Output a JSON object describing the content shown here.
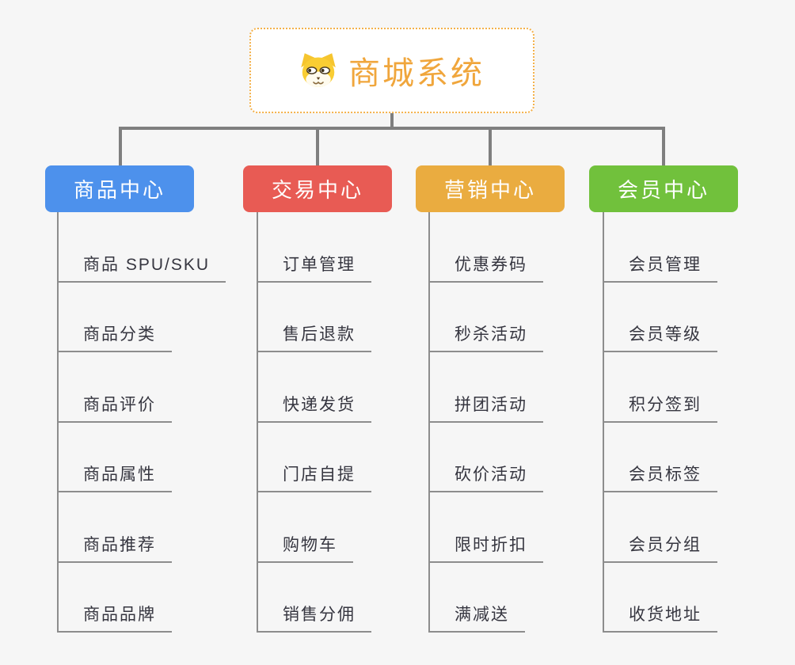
{
  "canvas": {
    "background": "#f6f6f6",
    "connector_color": "#7f7f7f",
    "leaf_line_color": "#8d8d8d",
    "leaf_text_color": "#363640"
  },
  "root": {
    "title": "商城系统",
    "icon": "dog-face-icon",
    "title_color": "#f0a63c",
    "border_color": "#f4b14a",
    "background": "#ffffff"
  },
  "branches": [
    {
      "label": "商品中心",
      "color": "#4d91ec",
      "children": [
        "商品 SPU/SKU",
        "商品分类",
        "商品评价",
        "商品属性",
        "商品推荐",
        "商品品牌"
      ]
    },
    {
      "label": "交易中心",
      "color": "#e85b54",
      "children": [
        "订单管理",
        "售后退款",
        "快递发货",
        "门店自提",
        "购物车",
        "销售分佣"
      ]
    },
    {
      "label": "营销中心",
      "color": "#eaac40",
      "children": [
        "优惠券码",
        "秒杀活动",
        "拼团活动",
        "砍价活动",
        "限时折扣",
        "满减送"
      ]
    },
    {
      "label": "会员中心",
      "color": "#71c13c",
      "children": [
        "会员管理",
        "会员等级",
        "积分签到",
        "会员标签",
        "会员分组",
        "收货地址"
      ]
    }
  ]
}
